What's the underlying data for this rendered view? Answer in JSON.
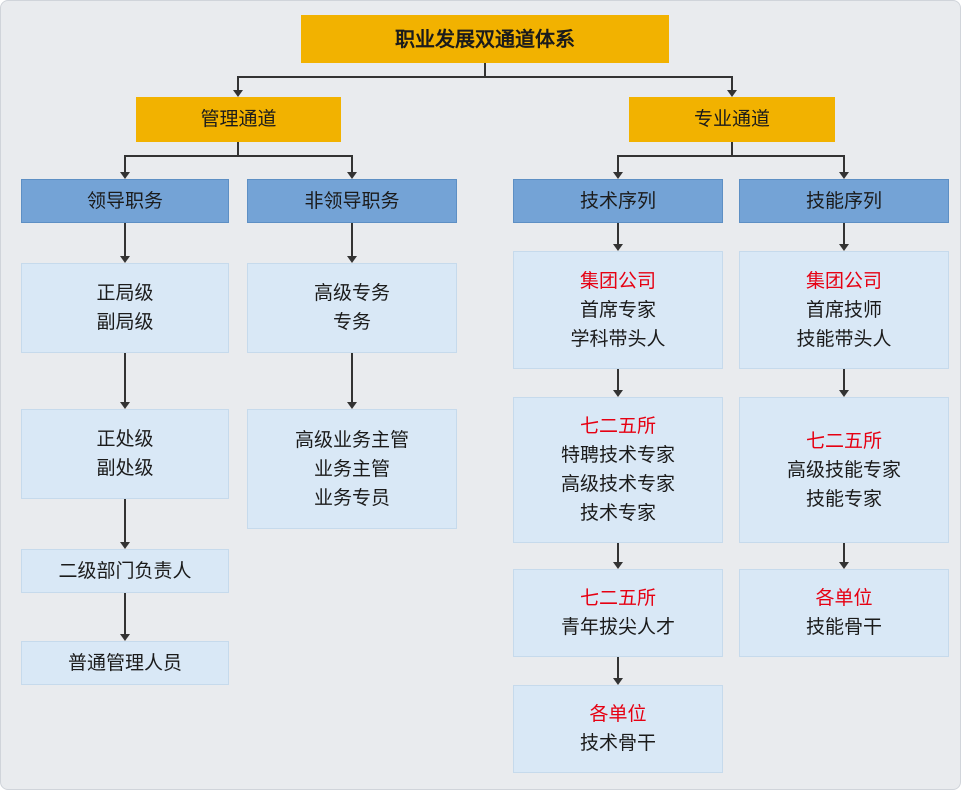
{
  "title": "职业发展双通道体系",
  "colors": {
    "gold": "#F2B200",
    "blue_header": "#74A3D6",
    "light_box": "#D9E8F6",
    "red": "#E60012",
    "line": "#333333",
    "background": "#E9EBEE"
  },
  "channels": {
    "management": {
      "label": "管理通道"
    },
    "professional": {
      "label": "专业通道"
    }
  },
  "columns": {
    "leadership": {
      "header": "领导职务",
      "boxes": [
        {
          "lines": [
            "正局级",
            "副局级"
          ]
        },
        {
          "lines": [
            "正处级",
            "副处级"
          ]
        },
        {
          "lines": [
            "二级部门负责人"
          ]
        },
        {
          "lines": [
            "普通管理人员"
          ]
        }
      ]
    },
    "non_leadership": {
      "header": "非领导职务",
      "boxes": [
        {
          "lines": [
            "高级专务",
            "专务"
          ]
        },
        {
          "lines": [
            "高级业务主管",
            "业务主管",
            "业务专员"
          ]
        }
      ]
    },
    "technical": {
      "header": "技术序列",
      "boxes": [
        {
          "tag": "集团公司",
          "lines": [
            "首席专家",
            "学科带头人"
          ]
        },
        {
          "tag": "七二五所",
          "lines": [
            "特聘技术专家",
            "高级技术专家",
            "技术专家"
          ]
        },
        {
          "tag": "七二五所",
          "lines": [
            "青年拔尖人才"
          ]
        },
        {
          "tag": "各单位",
          "lines": [
            "技术骨干"
          ]
        }
      ]
    },
    "skill": {
      "header": "技能序列",
      "boxes": [
        {
          "tag": "集团公司",
          "lines": [
            "首席技师",
            "技能带头人"
          ]
        },
        {
          "tag": "七二五所",
          "lines": [
            "高级技能专家",
            "技能专家"
          ]
        },
        {
          "tag": "各单位",
          "lines": [
            "技能骨干"
          ]
        }
      ]
    }
  }
}
